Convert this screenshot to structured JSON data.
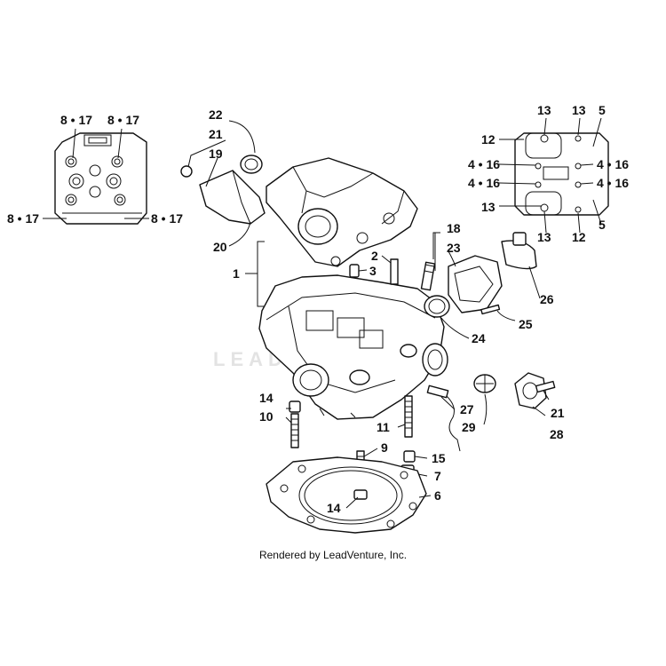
{
  "watermark": "LEADVENTURE",
  "credit": "Rendered by LeadVenture, Inc.",
  "callouts": {
    "c1": "1",
    "c2": "2",
    "c3": "3",
    "c5a": "5",
    "c5b": "5",
    "c6": "6",
    "c7": "7",
    "c9": "9",
    "c10": "10",
    "c11": "11",
    "c12a": "12",
    "c12b": "12",
    "c13a": "13",
    "c13b": "13",
    "c13c": "13",
    "c13d": "13",
    "c14a": "14",
    "c14b": "14",
    "c15": "15",
    "c18": "18",
    "c19": "19",
    "c20": "20",
    "c21a": "21",
    "c21b": "21",
    "c22": "22",
    "c23": "23",
    "c24": "24",
    "c25": "25",
    "c26": "26",
    "c27": "27",
    "c28": "28",
    "c29": "29",
    "c4_16a": "4 • 16",
    "c4_16b": "4 • 16",
    "c4_16c": "4 • 16",
    "c4_16d": "4 • 16",
    "c8_17a": "8 • 17",
    "c8_17b": "8 • 17",
    "c8_17c": "8 • 17",
    "c8_17d": "8 • 17"
  }
}
